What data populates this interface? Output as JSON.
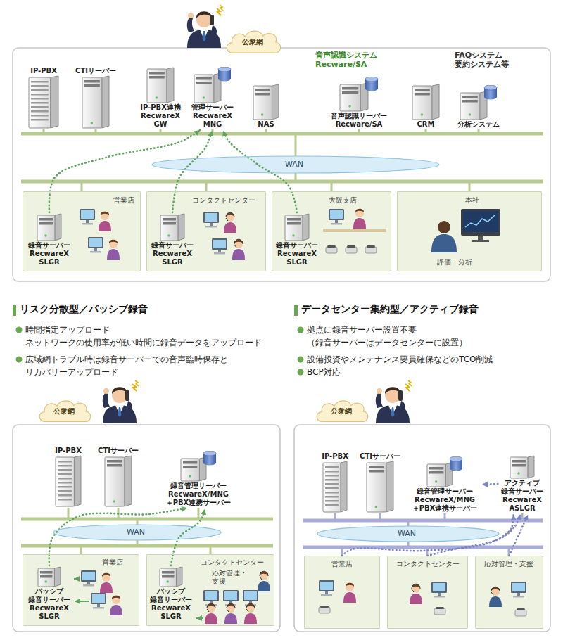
{
  "diagram": {
    "nodes": [
      {
        "text": [
          "公衆網"
        ]
      },
      {
        "text": [
          "IP-PBX"
        ]
      },
      {
        "text": [
          "CTIサーバー"
        ]
      },
      {
        "text": [
          "IP-PBX連携 RecwareX GW"
        ]
      },
      {
        "text": [
          "管理サーバー RecwareX MNG"
        ]
      },
      {
        "text": [
          "NAS"
        ]
      },
      {
        "text": [
          "音声認識サーバー Recware/SA"
        ]
      },
      {
        "text": [
          "CRM"
        ]
      },
      {
        "text": [
          "分析システム"
        ]
      },
      {
        "text": [
          "WAN"
        ]
      },
      {
        "text": [
          "営業店"
        ]
      },
      {
        "text": [
          "録音サーバー RecwareX SLGR"
        ],
        "in": 10
      },
      {
        "text": [
          "コンタクトセンター"
        ]
      },
      {
        "text": [
          "録音サーバー RecwareX SLGR"
        ],
        "in": 12
      },
      {
        "text": [
          "大阪支店"
        ]
      },
      {
        "text": [
          "録音サーバー RecwareX SLGR"
        ],
        "in": 14
      },
      {
        "text": [
          "本社",
          "評価・分析"
        ]
      },
      {
        "text": [
          "公衆網"
        ]
      },
      {
        "text": [
          "IP-PBX"
        ]
      },
      {
        "text": [
          "CTIサーバー"
        ]
      },
      {
        "text": [
          "録音管理サーバー RecwareX/MNG ＋PBX連携サーバー"
        ]
      },
      {
        "text": [
          "WAN"
        ]
      },
      {
        "text": [
          "営業店"
        ]
      },
      {
        "text": [
          "パッシブ 録音サーバー RecwareX SLGR"
        ],
        "in": 22
      },
      {
        "text": [
          "コンタクトセンター",
          "応対管理・ 支援"
        ]
      },
      {
        "text": [
          "パッシブ 録音サーバー RecwareX SLGR"
        ],
        "in": 24
      },
      {
        "text": [
          "公衆網"
        ]
      },
      {
        "text": [
          "IP-PBX"
        ]
      },
      {
        "text": [
          "CTIサーバー"
        ]
      },
      {
        "text": [
          "録音管理サーバー RecwareX/MNG ＋PBX連携サーバー"
        ]
      },
      {
        "text": [
          "アクティブ 録音サーバー RecwareX ASLGR"
        ]
      },
      {
        "text": [
          "WAN"
        ]
      },
      {
        "text": [
          "営業店"
        ]
      },
      {
        "text": [
          "コンタクトセンター"
        ]
      },
      {
        "text": [
          "応対管理・支援"
        ]
      }
    ],
    "edges": [
      {
        "from": 11,
        "to": 4,
        "arrow": "to"
      },
      {
        "from": 13,
        "to": 4,
        "arrow": "to"
      },
      {
        "from": 15,
        "to": 4,
        "arrow": "to"
      },
      {
        "from": 23,
        "to": 20,
        "arrow": "to"
      },
      {
        "from": 25,
        "to": 20,
        "arrow": "to"
      },
      {
        "from": 30,
        "to": 29,
        "arrow": "to"
      },
      {
        "from": 32,
        "to": 30,
        "arrow": "to"
      },
      {
        "from": 33,
        "to": 30,
        "arrow": "to"
      },
      {
        "from": 34,
        "to": 30,
        "arrow": "to"
      }
    ],
    "labels": [
      "音声認識システム Recware/SA",
      "FAQシステム 要約システム等",
      "リスク分散型／パッシブ録音",
      "時間指定アップロード ネットワークの使用率が低い時間に録音データをアップロード",
      "広域網トラブル時は録音サーバーでの音声臨時保存と リカバリーアップロード",
      "データセンター集約型／アクティブ録音",
      "拠点に録音サーバー設置不要 （録音サーバーはデータセンターに設置）",
      "設備投資やメンテナンス要員確保などのTCO削減",
      "BCP対応"
    ]
  }
}
